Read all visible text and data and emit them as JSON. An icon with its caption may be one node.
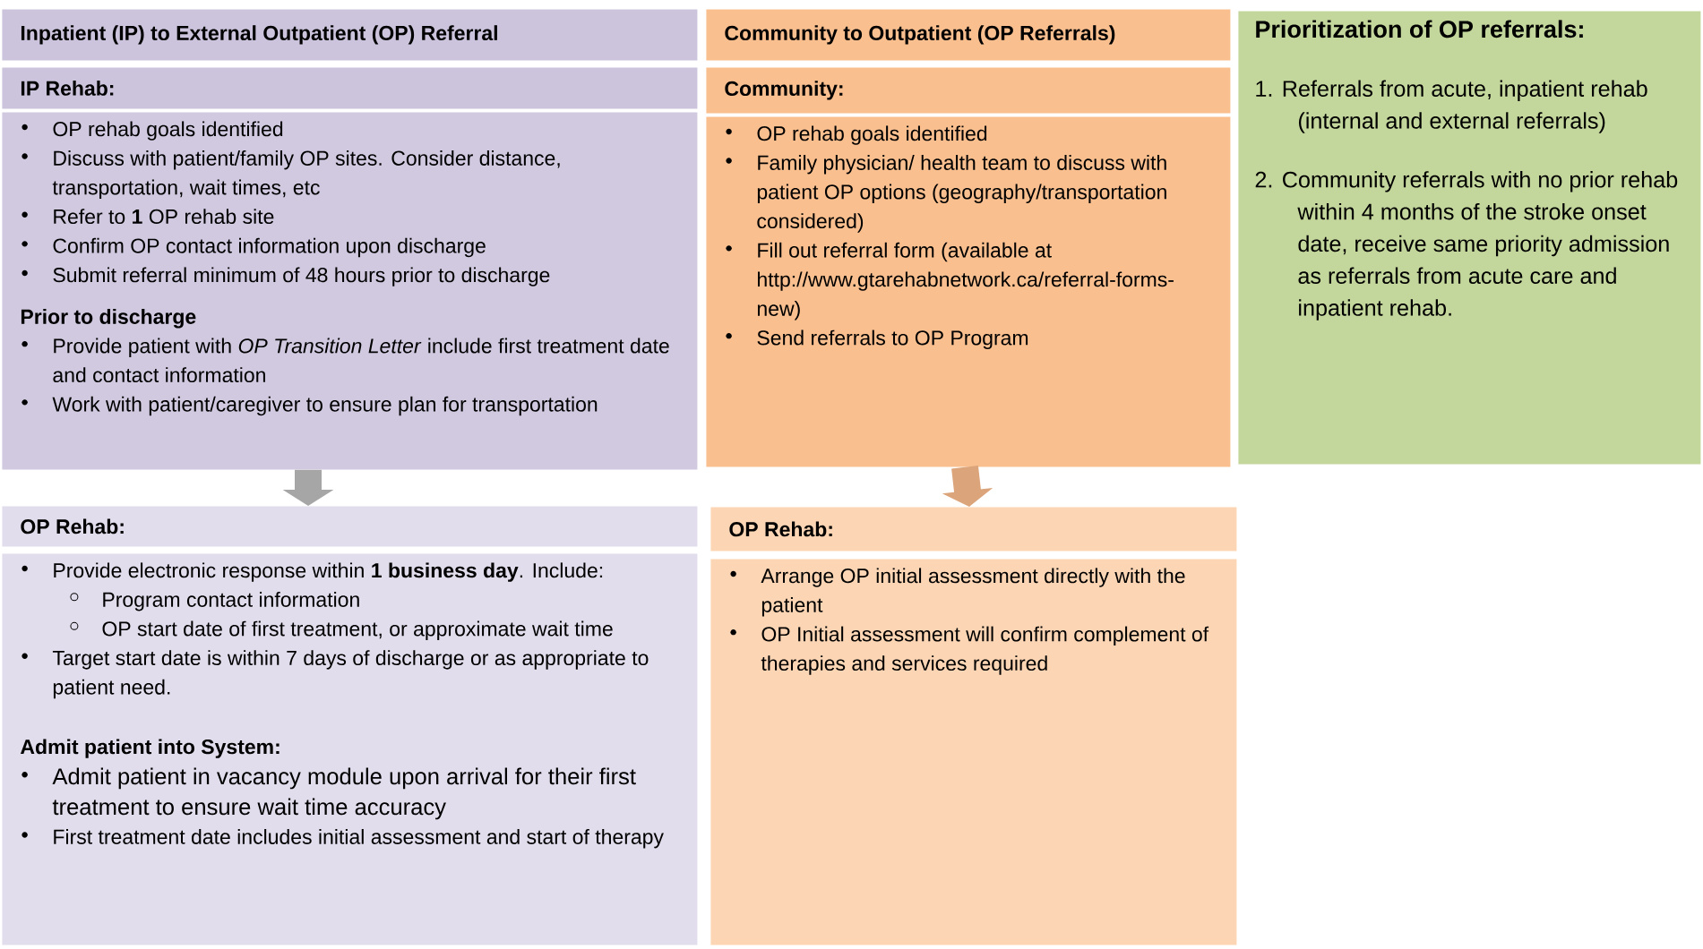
{
  "diagram": {
    "nodes": [
      {
        "text": [
          "Inpatient (IP) to External Outpatient (OP) Referral"
        ]
      },
      {
        "text": [
          "IP Rehab:"
        ]
      },
      {
        "text": [
          "OP rehab goals identified",
          "Discuss with patient/family OP sites. Consider distance, transportation, wait times, etc",
          "Refer to **1** OP rehab site",
          "Confirm OP contact information upon discharge",
          "Submit referral minimum of 48 hours prior to discharge",
          "Prior to discharge",
          "Provide patient with *OP Transition Letter* include first treatment date and contact information",
          "Work with patient/caregiver to ensure plan for transportation"
        ]
      },
      {
        "text": [
          "OP Rehab:"
        ]
      },
      {
        "text": [
          "Provide electronic response within **1 business day**. Include:",
          "Program contact information",
          "OP start date of first treatment, or approximate wait time",
          "Target start date is within 7 days of discharge or as appropriate to patient need.",
          "Admit patient into System:",
          "Admit patient in vacancy module upon arrival for their first treatment to ensure wait time accuracy",
          "First treatment date includes initial assessment and start of therapy"
        ]
      },
      {
        "text": [
          "Community to Outpatient (OP Referrals)"
        ]
      },
      {
        "text": [
          "Community:"
        ]
      },
      {
        "text": [
          "OP rehab goals identified",
          "Family physician/ health team to discuss with patient OP options (geography/transportation considered)",
          "Fill out referral form (available at http://www.gtarehabnetwork.ca/referral-forms-new)",
          "Send referrals to OP Program"
        ]
      },
      {
        "text": [
          "OP Rehab:"
        ]
      },
      {
        "text": [
          "Arrange OP initial assessment directly with the patient",
          "OP Initial assessment will confirm complement of therapies and services required"
        ]
      },
      {
        "text": [
          "Prioritization of OP referrals:",
          "1. Referrals from acute, inpatient rehab (internal and external referrals)",
          "2. Community referrals with no prior rehab within 4 months of the stroke onset date, receive same priority admission as referrals from acute care and inpatient rehab."
        ]
      }
    ],
    "edges": [
      {
        "from": 2,
        "to": 3,
        "arrow": "to",
        "color": "#a6a6a6"
      },
      {
        "from": 7,
        "to": 8,
        "arrow": "to",
        "color": "#dba47a"
      }
    ]
  }
}
